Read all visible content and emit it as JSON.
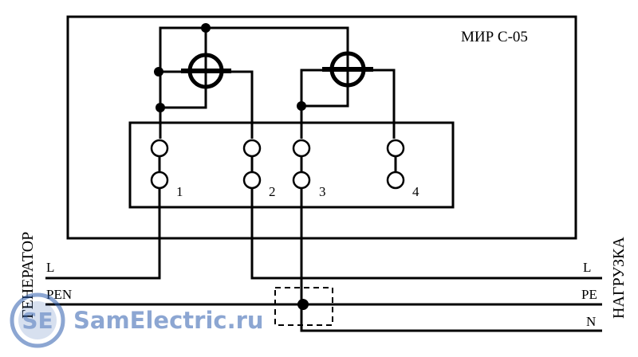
{
  "meter": {
    "model": "МИР  С-05",
    "terminals": [
      "1",
      "2",
      "3",
      "4"
    ]
  },
  "source_label": "ГЕНЕРАТОР",
  "load_label": "НАГРУЗКА",
  "lines_left": [
    "L",
    "PEN"
  ],
  "lines_right": [
    "L",
    "PE",
    "N"
  ],
  "watermark": {
    "badge": "SE",
    "text": "SamElectric.ru",
    "color": "#2f5fae"
  }
}
